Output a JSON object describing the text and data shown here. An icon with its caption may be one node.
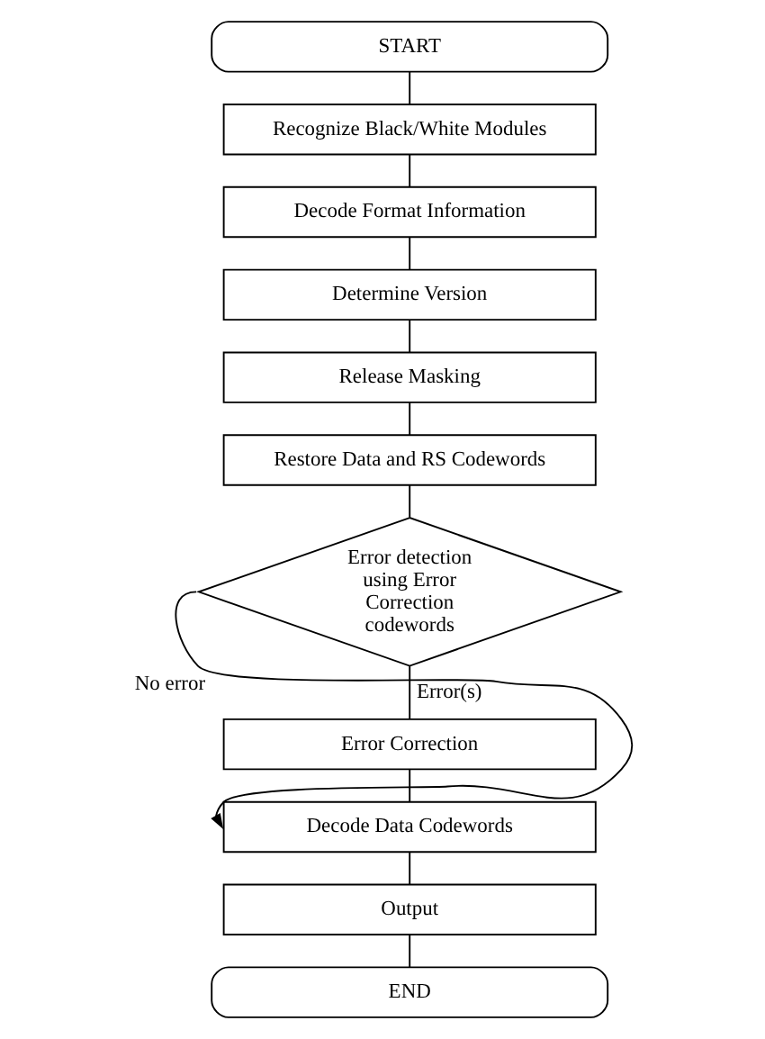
{
  "diagram": {
    "nodes": [
      {
        "text": [
          "START"
        ]
      },
      {
        "text": [
          "Recognize Black/White Modules"
        ]
      },
      {
        "text": [
          "Decode Format Information"
        ]
      },
      {
        "text": [
          "Determine Version"
        ]
      },
      {
        "text": [
          "Release Masking"
        ]
      },
      {
        "text": [
          "Restore Data and RS Codewords"
        ]
      },
      {
        "text": [
          "Error detection using Error Correction codewords"
        ]
      },
      {
        "text": [
          "Error Correction"
        ]
      },
      {
        "text": [
          "Decode Data Codewords"
        ]
      },
      {
        "text": [
          "Output"
        ]
      },
      {
        "text": [
          "END"
        ]
      }
    ],
    "edges": [
      {
        "from": 0,
        "to": 1,
        "arrow": "none"
      },
      {
        "from": 1,
        "to": 2,
        "arrow": "none"
      },
      {
        "from": 2,
        "to": 3,
        "arrow": "none"
      },
      {
        "from": 3,
        "to": 4,
        "arrow": "none"
      },
      {
        "from": 4,
        "to": 5,
        "arrow": "none"
      },
      {
        "from": 5,
        "to": 6,
        "arrow": "none"
      },
      {
        "from": 6,
        "to": 7,
        "arrow": "none",
        "label": "Error(s)"
      },
      {
        "from": 6,
        "to": 8,
        "arrow": "to",
        "label": "No error"
      },
      {
        "from": 7,
        "to": 8,
        "arrow": "none"
      },
      {
        "from": 8,
        "to": 9,
        "arrow": "none"
      },
      {
        "from": 9,
        "to": 10,
        "arrow": "none"
      }
    ]
  }
}
